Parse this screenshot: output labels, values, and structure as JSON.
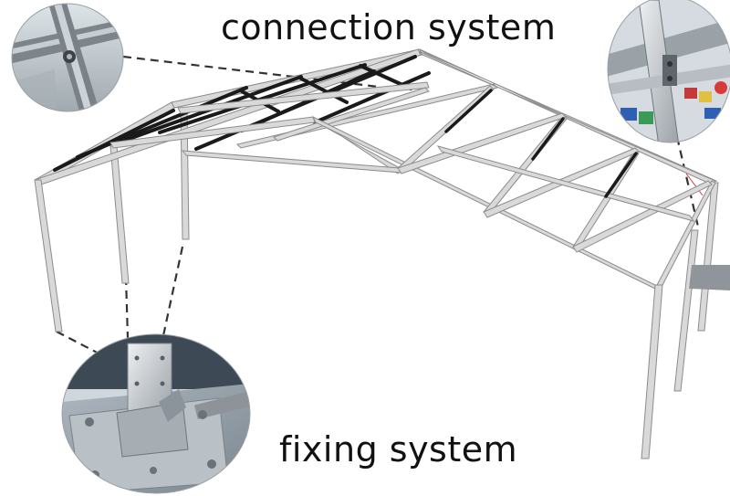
{
  "labels": {
    "connection": "connection system",
    "fixing": "fixing system"
  },
  "colors": {
    "frame_fill": "#d9d9d9",
    "frame_stroke": "#8c8c8c",
    "purlin": "#1a1a1a",
    "leader": "#333333",
    "photo_metal_light": "#c9ced3",
    "photo_metal_dark": "#6f767c"
  },
  "photos": [
    {
      "name": "top-left-connection-photo",
      "subject": "roof cross joint close-up"
    },
    {
      "name": "top-right-connection-photo",
      "subject": "eave corner connector close-up"
    },
    {
      "name": "bottom-fixing-photo",
      "subject": "base plate fixing close-up"
    }
  ]
}
